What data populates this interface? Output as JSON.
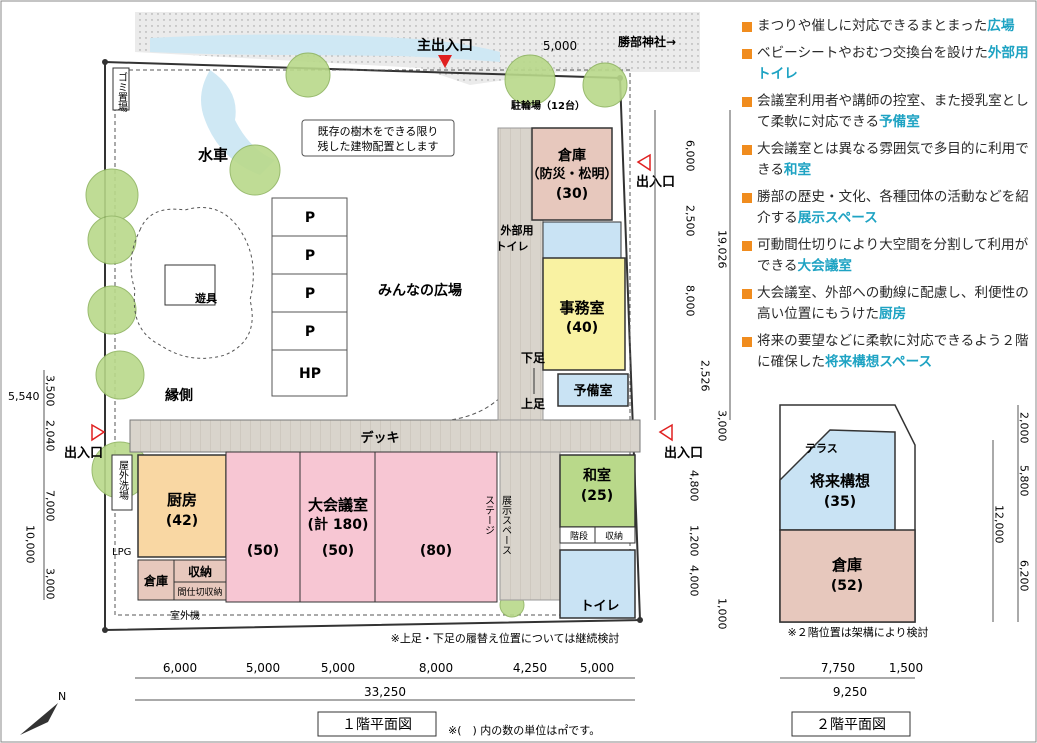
{
  "colors": {
    "green_tree": "#b9d98a",
    "pink_hall": "#f7c6d3",
    "orange_kitchen": "#f9d7a3",
    "yellow_office": "#f9f2a2",
    "blue_room": "#c9e3f4",
    "brown_storage": "#e7c8bd",
    "deck": "#d9d4cc",
    "gravel": "#e6e6e6",
    "water": "#cfe8f4",
    "accent_cyan": "#1ea3c3",
    "bullet_orange": "#f08c1e",
    "entrance_red": "#e02020"
  },
  "floor1": {
    "main_entrance": "主出入口",
    "shrine": "勝部神社→",
    "dim_top": "5,000",
    "gomi": "ゴミ置場",
    "bike_parking": "駐輪場（12台）",
    "waterwheel": "水車",
    "note_trees_line1": "既存の樹木をできる限り",
    "note_trees_line2": "残した建物配置とします",
    "parking": [
      "P",
      "P",
      "P",
      "P",
      "HP"
    ],
    "plaza": "みんなの広場",
    "playground": "遊具",
    "engawa": "縁側",
    "deck": "デッキ",
    "entrance_left": "出入口",
    "entrance_right_top": "出入口",
    "entrance_right_bottom": "出入口",
    "outdoor_sink": "屋外洗場",
    "lpg": "LPG",
    "storage_top": {
      "line1": "倉庫",
      "line2": "（防災・松明）",
      "area": "(30)"
    },
    "outdoor_toilet_line1": "外部用",
    "outdoor_toilet_line2": "トイレ",
    "office": {
      "name": "事務室",
      "area": "(40)"
    },
    "spare_room": "予備室",
    "shoes_off": "下足",
    "shoes_on": "上足",
    "kitchen": {
      "name": "厨房",
      "area": "(42)"
    },
    "hall_room1": "(50)",
    "hall": {
      "name": "大会議室",
      "total": "(計 180)",
      "area": "(50)"
    },
    "hall_room3": "(80)",
    "storage_small": "倉庫",
    "storage_closet": "収納",
    "partition_storage": "間仕切収納",
    "outdoor_unit": "室外機",
    "stage": "ステージ",
    "exhibition": "展示スペース",
    "washitsu": {
      "name": "和室",
      "area": "(25)"
    },
    "stairs": "階段",
    "closet2": "収納",
    "toilet": "トイレ",
    "footnote": "※上足・下足の履替え位置については継続検討",
    "right_dims": [
      "6,000",
      "2,500",
      "8,000",
      "2,526"
    ],
    "right_total": "19,026",
    "right_lower_dims": [
      "3,000",
      "4,800",
      "1,200",
      "4,000",
      "1,000"
    ],
    "left_dims_upper": [
      "5,540",
      "3,500",
      "2,040"
    ],
    "left_dims_lower": [
      "7,000",
      "10,000",
      "3,000"
    ],
    "bottom_dims": [
      "6,000",
      "5,000",
      "5,000",
      "8,000",
      "4,250",
      "5,000"
    ],
    "bottom_total": "33,250",
    "title": "１階平面図",
    "unit_note": "※(　) 内の数の単位は㎡です。"
  },
  "floor2": {
    "terrace": "テラス",
    "future": {
      "name": "将来構想",
      "area": "(35)"
    },
    "storage": {
      "name": "倉庫",
      "area": "(52)"
    },
    "note": "※２階位置は架構により検討",
    "dims_right": [
      "2,000",
      "5,800",
      "6,200"
    ],
    "dim_right_total": "12,000",
    "dims_bottom": [
      "7,750",
      "1,500"
    ],
    "dim_bottom_total": "9,250",
    "title": "２階平面図"
  },
  "legend": [
    {
      "text": "まつりや催しに対応できるまとまった",
      "highlight": "広場"
    },
    {
      "text": "ベビーシートやおむつ交換台を設けた",
      "highlight": "外部用トイレ"
    },
    {
      "text": "会議室利用者や講師の控室、また授乳室として柔軟に対応できる",
      "highlight": "予備室"
    },
    {
      "text": "大会議室とは異なる雰囲気で多目的に利用できる",
      "highlight": "和室"
    },
    {
      "text": "勝部の歴史・文化、各種団体の活動などを紹介する",
      "highlight": "展示スペース"
    },
    {
      "text": "可動間仕切りにより大空間を分割して利用ができる",
      "highlight": "大会議室"
    },
    {
      "text": "大会議室、外部への動線に配慮し、利便性の高い位置にもうけた",
      "highlight": "厨房"
    },
    {
      "text": "将来の要望などに柔軟に対応できるよう２階に確保した",
      "highlight": "将来構想スペース"
    }
  ]
}
